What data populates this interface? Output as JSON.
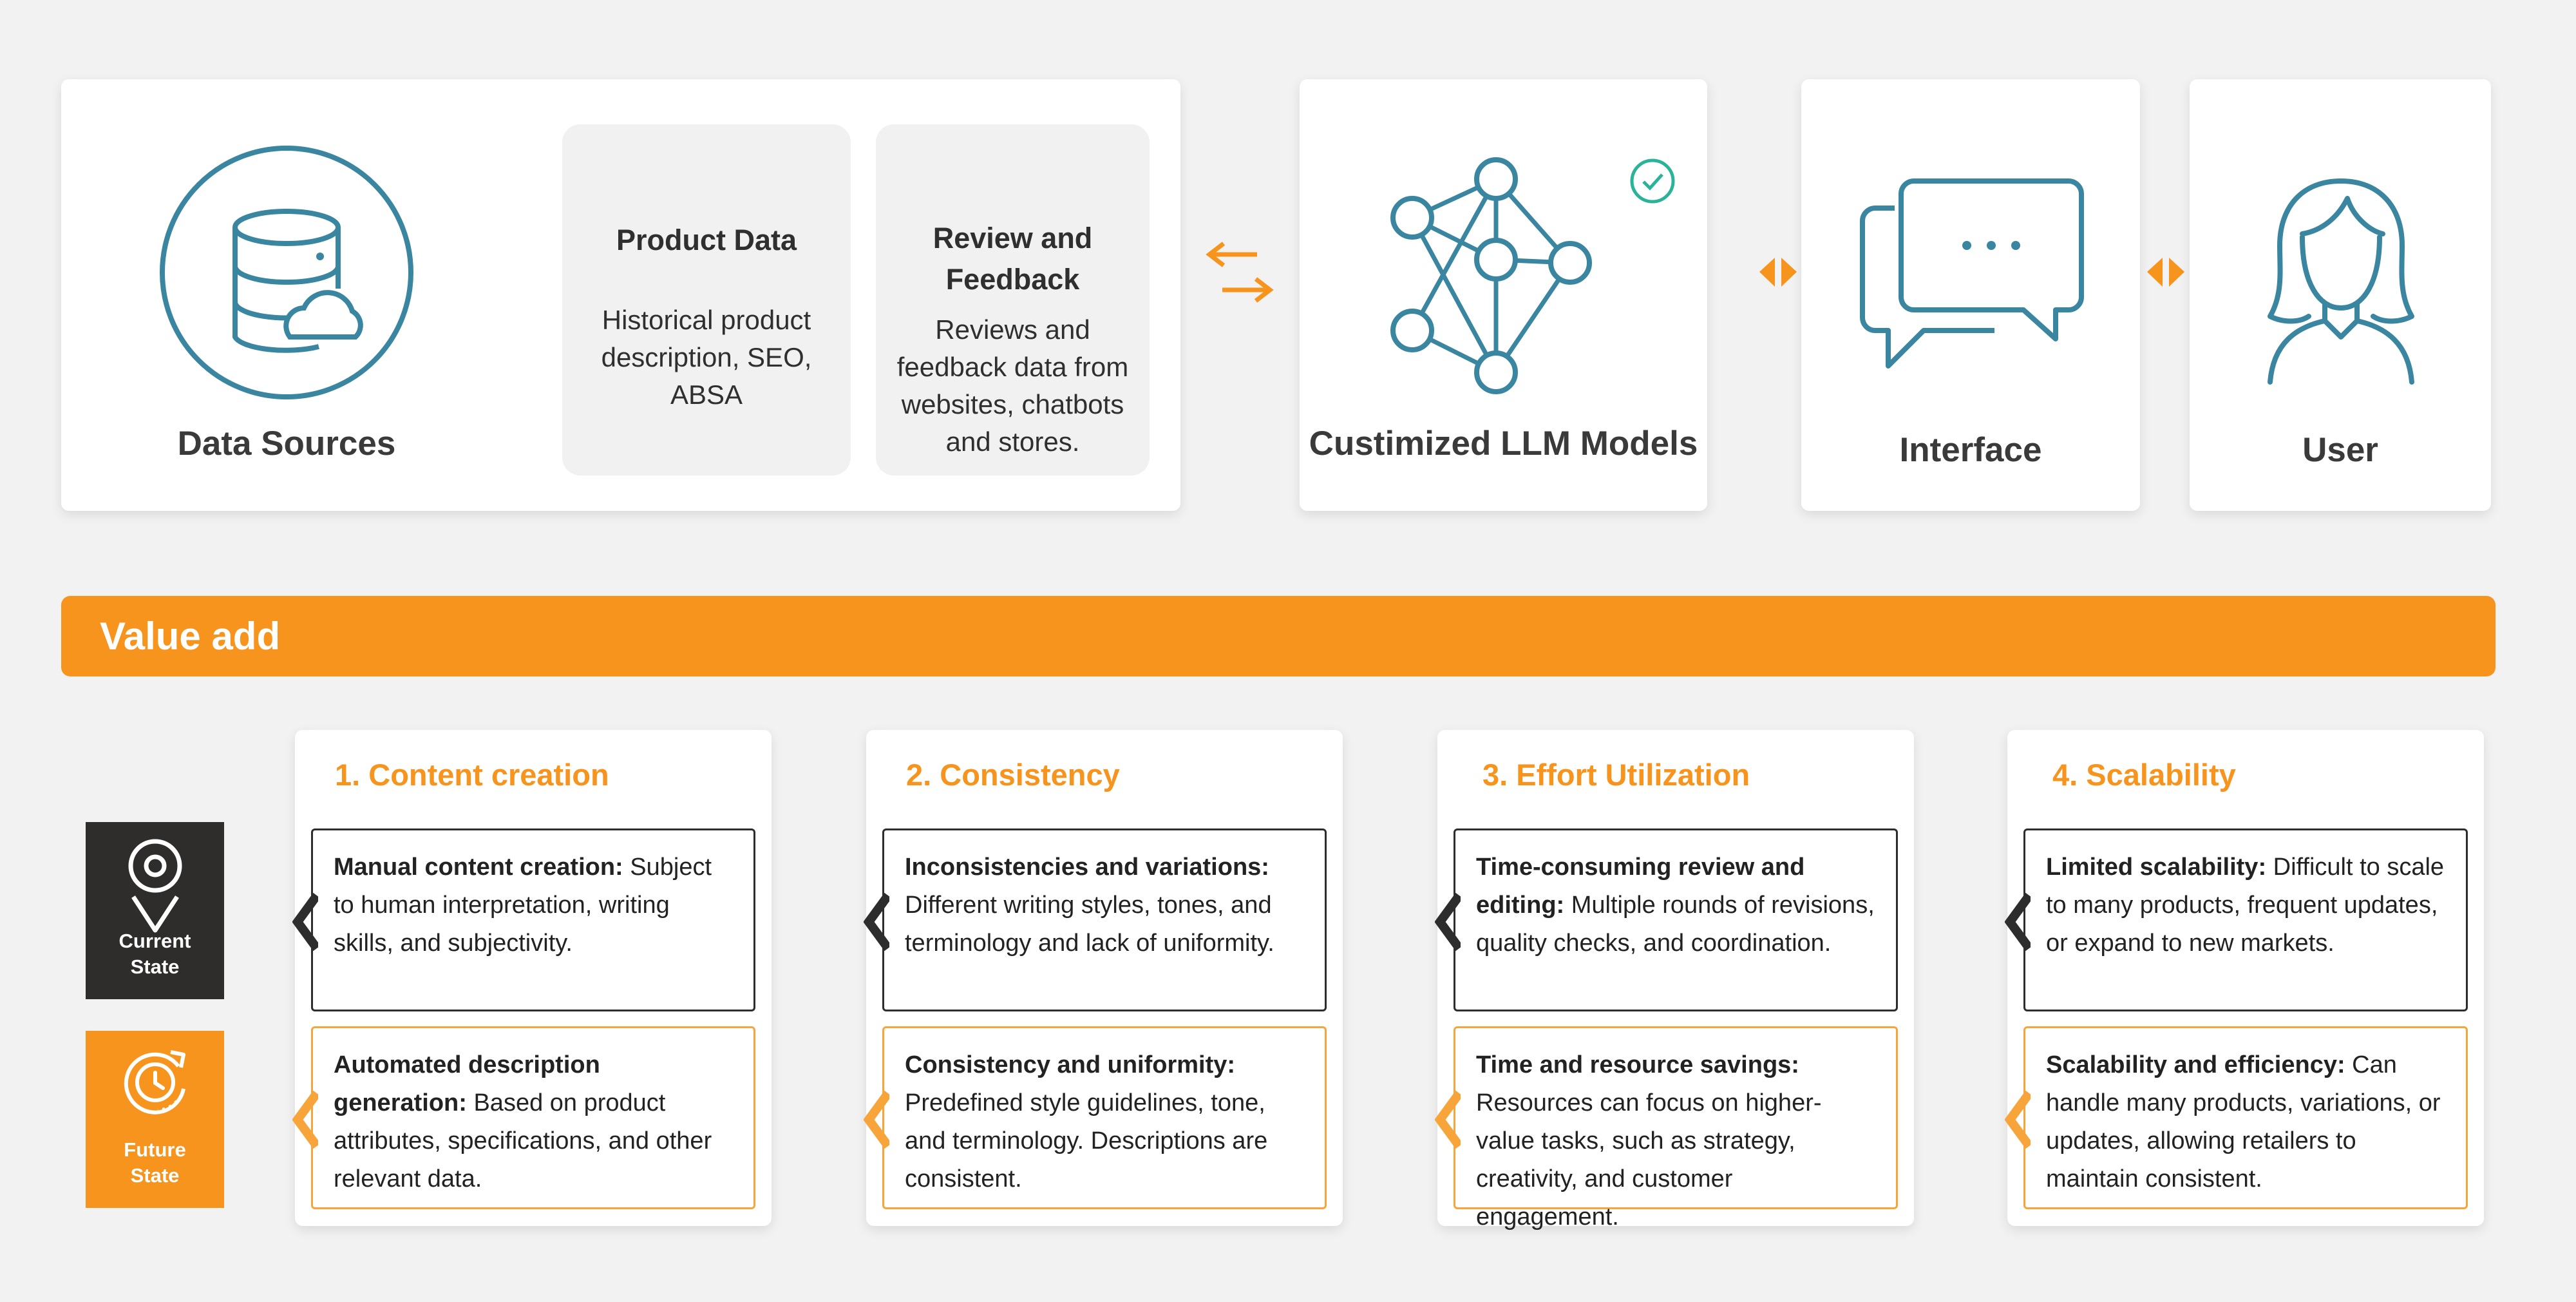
{
  "pipeline": {
    "data_sources": {
      "label": "Data Sources",
      "product_data": {
        "title": "Product Data",
        "lines": [
          "Historical product",
          "description, SEO,",
          "ABSA"
        ]
      },
      "review_feedback": {
        "title_lines": [
          "Review and",
          "Feedback"
        ],
        "lines": [
          "Reviews and",
          "feedback data from",
          "websites, chatbots",
          "and stores."
        ]
      }
    },
    "llm": {
      "label": "Custimized LLM Models"
    },
    "interface": {
      "label": "Interface"
    },
    "user": {
      "label": "User"
    }
  },
  "value_add": {
    "label": "Value add",
    "legend": {
      "current": "Current\nState",
      "future": "Future\nState"
    },
    "cards": [
      {
        "title": "1. Content creation",
        "current_bold": "Manual content creation:",
        "current_text": " Subject to human interpretation, writing skills, and subjectivity.",
        "future_bold": "Automated description generation:",
        "future_text": " Based on product attributes, specifications, and other relevant data."
      },
      {
        "title": "2. Consistency",
        "current_bold": "Inconsistencies and variations:",
        "current_text": " Different writing styles, tones, and terminology and lack of uniformity.",
        "future_bold": "Consistency and uniformity:",
        "future_text": " Predefined style guidelines, tone, and terminology. Descriptions are consistent."
      },
      {
        "title": "3. Effort Utilization",
        "current_bold": "Time-consuming review and editing:",
        "current_text": " Multiple rounds of revisions, quality checks, and coordination.",
        "future_bold": "Time and resource savings:",
        "future_text": " Resources can focus on higher-value tasks, such as strategy, creativity, and customer engagement."
      },
      {
        "title": "4. Scalability",
        "current_bold": "Limited scalability:",
        "current_text": " Difficult to scale to many products, frequent updates, or expand to new markets.",
        "future_bold": "Scalability and efficiency:",
        "future_text": " Can handle many products, variations, or updates, allowing retailers to maintain consistent."
      }
    ]
  },
  "colors": {
    "accent": "#f7941d",
    "icon_blue": "#3a86a0",
    "teal_check": "#2bb39a",
    "dark": "#2f2c2c"
  },
  "icons": {
    "data_sources": "database-cloud-icon",
    "llm": "neural-network-icon",
    "check": "check-circle-icon",
    "interface": "chat-bubbles-icon",
    "user": "person-icon",
    "current": "location-pin-icon",
    "future": "clock-refresh-icon"
  }
}
